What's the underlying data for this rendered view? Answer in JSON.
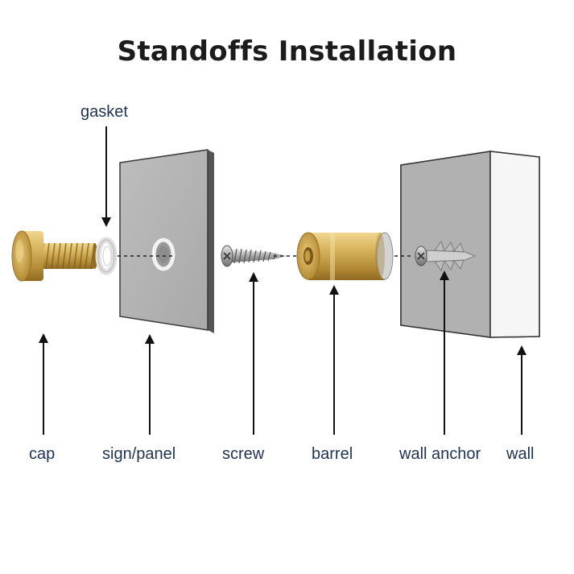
{
  "title": "Standoffs Installation",
  "labels": {
    "gasket": "gasket",
    "cap": "cap",
    "sign_panel": "sign/panel",
    "screw": "screw",
    "barrel": "barrel",
    "wall_anchor": "wall anchor",
    "wall": "wall"
  },
  "colors": {
    "brass": "#c9a24e",
    "panel": "#b3b3b3",
    "wall_face": "#b0b0b0",
    "wall_side": "#f4f4f4",
    "label_text": "#1f3350"
  }
}
